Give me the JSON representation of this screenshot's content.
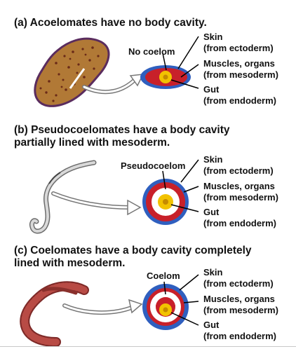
{
  "panels": [
    {
      "id": "a",
      "heading": "(a) Acoelomates have no body cavity.",
      "cavity_label": "No coelom",
      "labels": [
        "Skin",
        "(from ectoderm)",
        "Muscles, organs",
        "(from mesoderm)",
        "Gut",
        "(from endoderm)"
      ]
    },
    {
      "id": "b",
      "heading_lines": [
        "(b) Pseudocoelomates have a body cavity",
        "partially lined with mesoderm."
      ],
      "cavity_label": "Pseudocoelom",
      "labels": [
        "Skin",
        "(from ectoderm)",
        "Muscles, organs",
        "(from mesoderm)",
        "Gut",
        "(from endoderm)"
      ]
    },
    {
      "id": "c",
      "heading_lines": [
        "(c) Coelomates have a body cavity completely",
        "lined with mesoderm."
      ],
      "cavity_label": "Coelom",
      "labels": [
        "Skin",
        "(from ectoderm)",
        "Muscles, organs",
        "(from mesoderm)",
        "Gut",
        "(from endoderm)"
      ]
    }
  ],
  "colors": {
    "ectoderm": "#2f5fbf",
    "mesoderm": "#c8202a",
    "endoderm": "#f2c200",
    "flatworm": "#b07a3a",
    "roundworm": "#c9c9c9",
    "earthworm": "#a63a36"
  }
}
